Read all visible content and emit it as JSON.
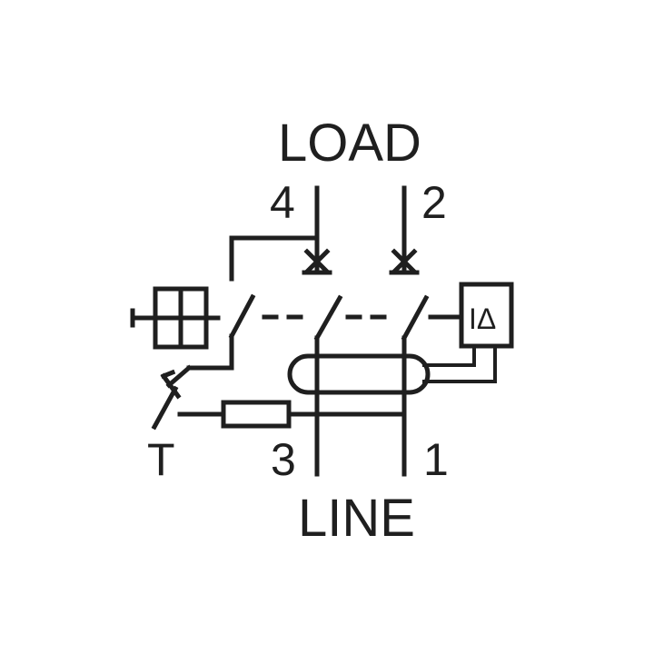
{
  "labels": {
    "load": "LOAD",
    "line": "LINE",
    "terminal_4": "4",
    "terminal_2": "2",
    "terminal_3": "3",
    "terminal_1": "1",
    "test": "T"
  },
  "symbols": {
    "residual_current_relay": "IΔ"
  },
  "colors": {
    "stroke": "#1f1f1f",
    "background": "#ffffff"
  }
}
